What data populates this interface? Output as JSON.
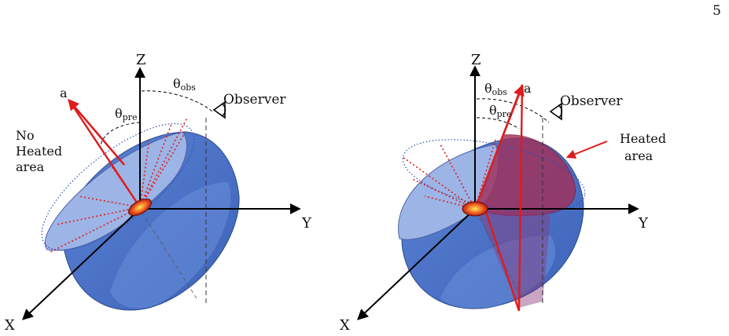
{
  "page_number": "5",
  "axes": {
    "x": "X",
    "y": "Y",
    "z": "Z"
  },
  "vector": "a",
  "theta_obs": {
    "symbol": "θ",
    "subscript": "obs"
  },
  "theta_pre": {
    "symbol": "θ",
    "subscript": "pre"
  },
  "observer_label": "Observer",
  "left_panel": {
    "annotation_lines": [
      "No",
      "Heated",
      "area"
    ]
  },
  "right_panel": {
    "annotation_lines": [
      "Heated",
      "area"
    ]
  },
  "colors": {
    "disk_light": "#9db4e6",
    "disk_dark": "#4f78cc",
    "heated": "#a0305a",
    "vector": "#e01b1b",
    "precession": "#2a4fb0"
  }
}
